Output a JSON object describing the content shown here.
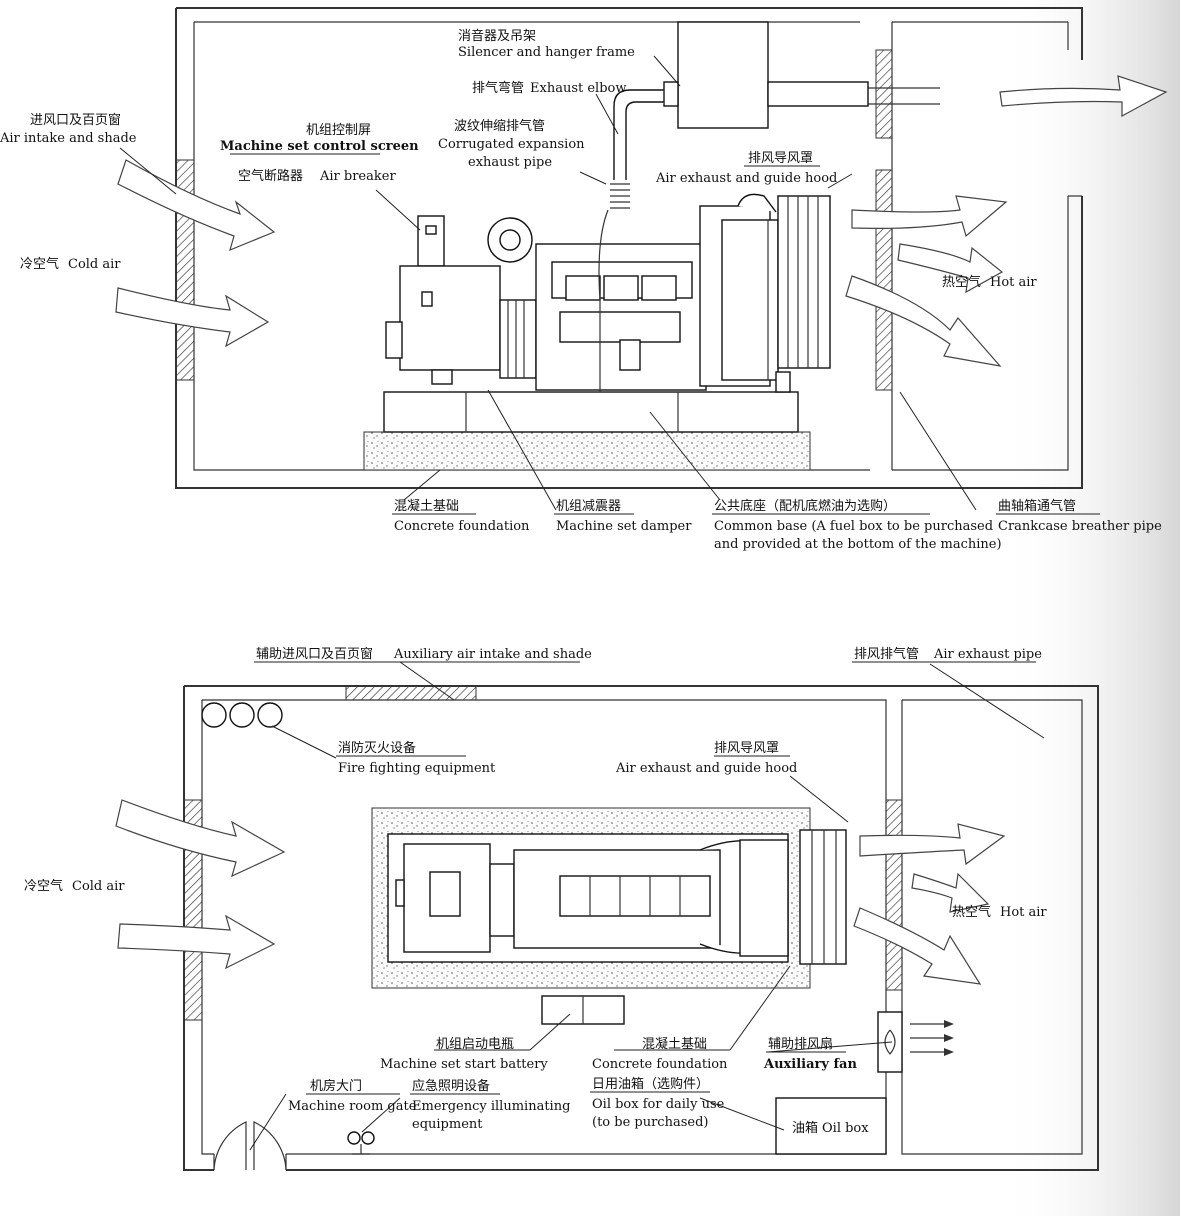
{
  "colors": {
    "background": "#ffffff",
    "ink": "#111111",
    "shade_right": "#d6d6d6"
  },
  "top": {
    "silencer": {
      "zh": "消音器及吊架",
      "en": "Silencer and hanger frame"
    },
    "exhaust_elbow": {
      "zh": "排气弯管",
      "en": "Exhaust elbow"
    },
    "corrugated": {
      "zh": "波纹伸缩排气管",
      "en1": "Corrugated expansion",
      "en2": "exhaust pipe"
    },
    "air_intake": {
      "zh": "进风口及百页窗",
      "en": "Air intake and shade"
    },
    "control_screen": {
      "zh": "机组控制屏",
      "en": "Machine set control screen"
    },
    "air_breaker": {
      "zh": "空气断路器",
      "en": "Air breaker"
    },
    "cold_air": {
      "zh": "冷空气",
      "en": "Cold air"
    },
    "exhaust_hood": {
      "zh": "排风导风罩",
      "en": "Air exhaust and guide hood"
    },
    "hot_air": {
      "zh": "热空气",
      "en": "Hot air"
    },
    "concrete": {
      "zh": "混凝土基础",
      "en": "Concrete foundation"
    },
    "damper": {
      "zh": "机组减震器",
      "en": "Machine set damper"
    },
    "common_base": {
      "zh": "公共底座（配机底燃油为选购）",
      "en1": "Common base (A fuel box to be purchased",
      "en2": "and provided at the bottom of the machine)"
    },
    "crankcase": {
      "zh": "曲轴箱通气管",
      "en": "Crankcase breather pipe"
    }
  },
  "bottom": {
    "aux_intake": {
      "zh": "辅助进风口及百页窗",
      "en": "Auxiliary air intake and shade"
    },
    "exhaust_pipe": {
      "zh": "排风排气管",
      "en": "Air exhaust pipe"
    },
    "fire": {
      "zh": "消防灭火设备",
      "en": "Fire fighting equipment"
    },
    "exhaust_hood": {
      "zh": "排风导风罩",
      "en": "Air exhaust and guide hood"
    },
    "cold_air": {
      "zh": "冷空气",
      "en": "Cold air"
    },
    "hot_air": {
      "zh": "热空气",
      "en": "Hot air"
    },
    "battery": {
      "zh": "机组启动电瓶",
      "en": "Machine set start battery"
    },
    "concrete": {
      "zh": "混凝土基础",
      "en": "Concrete foundation"
    },
    "daily_oil": {
      "zh": "日用油箱（选购件）",
      "en1": "Oil box for daily use",
      "en2": "(to be purchased)"
    },
    "aux_fan": {
      "zh": "辅助排风扇",
      "en": "Auxiliary fan"
    },
    "gate": {
      "zh": "机房大门",
      "en": "Machine room gate"
    },
    "emergency": {
      "zh": "应急照明设备",
      "en1": "Emergency illuminating",
      "en2": "equipment"
    },
    "oil_box": {
      "zh": "油箱",
      "en": "Oil box"
    }
  }
}
